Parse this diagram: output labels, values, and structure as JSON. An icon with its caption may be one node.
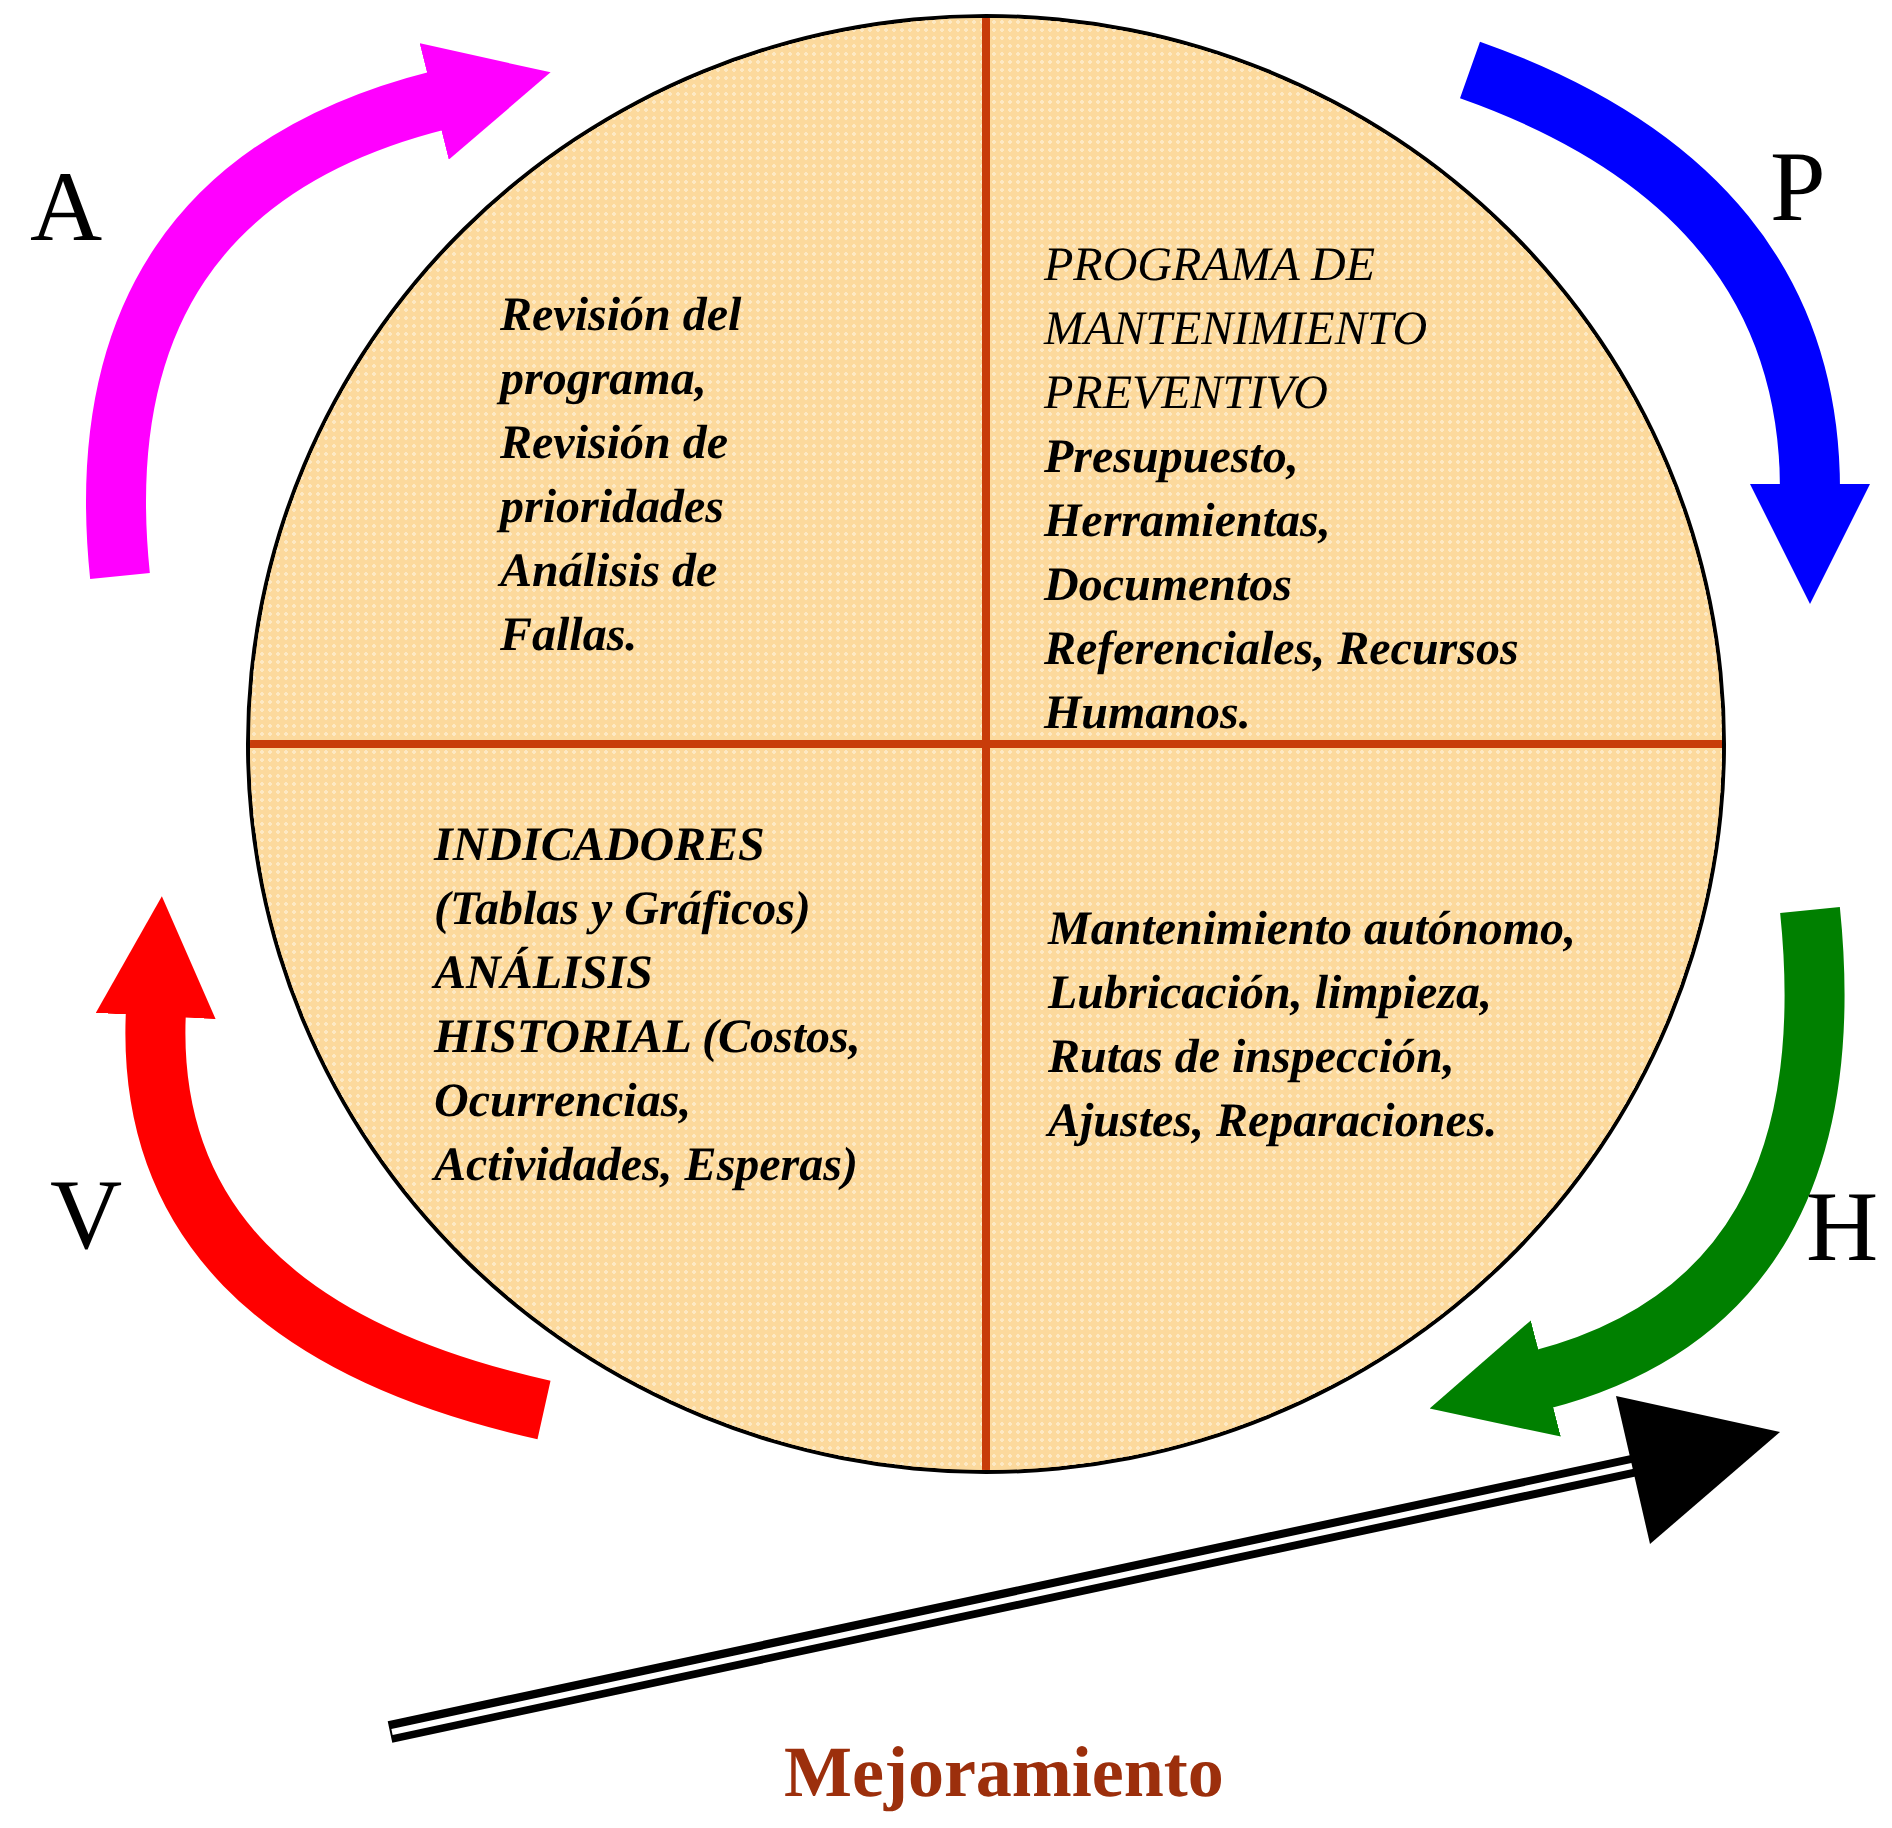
{
  "diagram": {
    "nodes": [
      {
        "text": [],
        "shape": "circle"
      },
      {
        "text": [
          "Revisión del programa, Revisión de prioridades Análisis de Fallas."
        ],
        "in": 0
      },
      {
        "text": [
          "PROGRAMA DE MANTENIMIENTO PREVENTIVO",
          "Presupuesto, Herramientas, Documentos Referenciales, Recursos Humanos."
        ],
        "in": 0
      },
      {
        "text": [
          "INDICADORES (Tablas y Gráficos)",
          "ANÁLISIS HISTORIAL (Costos, Ocurrencias, Actividades, Esperas)"
        ],
        "in": 0
      },
      {
        "text": [
          "Mantenimiento autónomo, Lubricación, limpieza, Rutas de inspección, Ajustes, Reparaciones."
        ],
        "in": 0
      }
    ],
    "edges": [],
    "labels": [
      "A",
      "P",
      "V",
      "H",
      "Mejoramiento"
    ]
  }
}
